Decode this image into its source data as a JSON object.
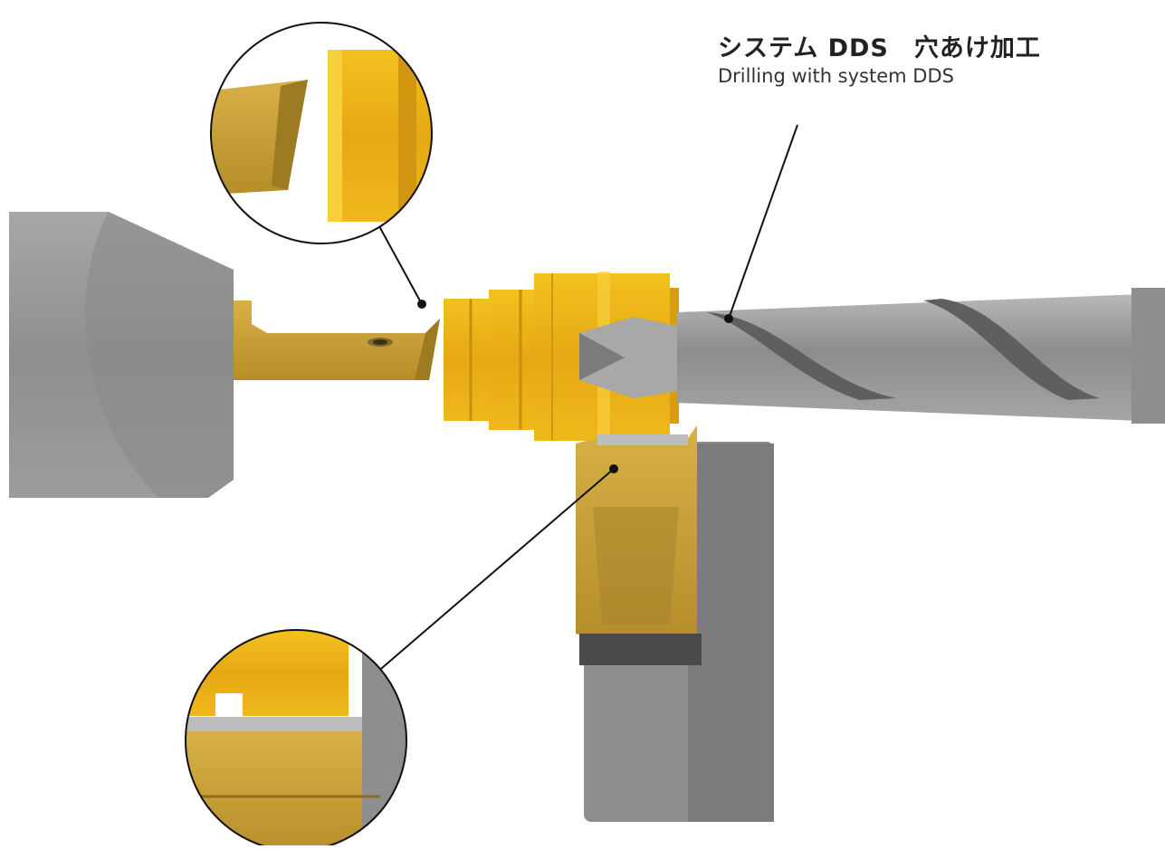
{
  "caption": {
    "title_ja": "システム DDS　穴あけ加工",
    "title_en": "Drilling with system DDS"
  },
  "parts": [
    {
      "name": "drill",
      "icon": "twist-drill-icon"
    },
    {
      "name": "quick-change-holder",
      "icon": "holder-icon"
    },
    {
      "name": "boring-bar",
      "icon": "boring-bar-icon"
    },
    {
      "name": "clamp-unit",
      "icon": "clamp-icon"
    }
  ],
  "colors": {
    "gold": "#e8b21a",
    "gold_dark": "#b98d14",
    "steel": "#9a9a9a",
    "steel_dark": "#6f6f6f",
    "steel_light": "#bdbdbd",
    "line": "#111111"
  }
}
